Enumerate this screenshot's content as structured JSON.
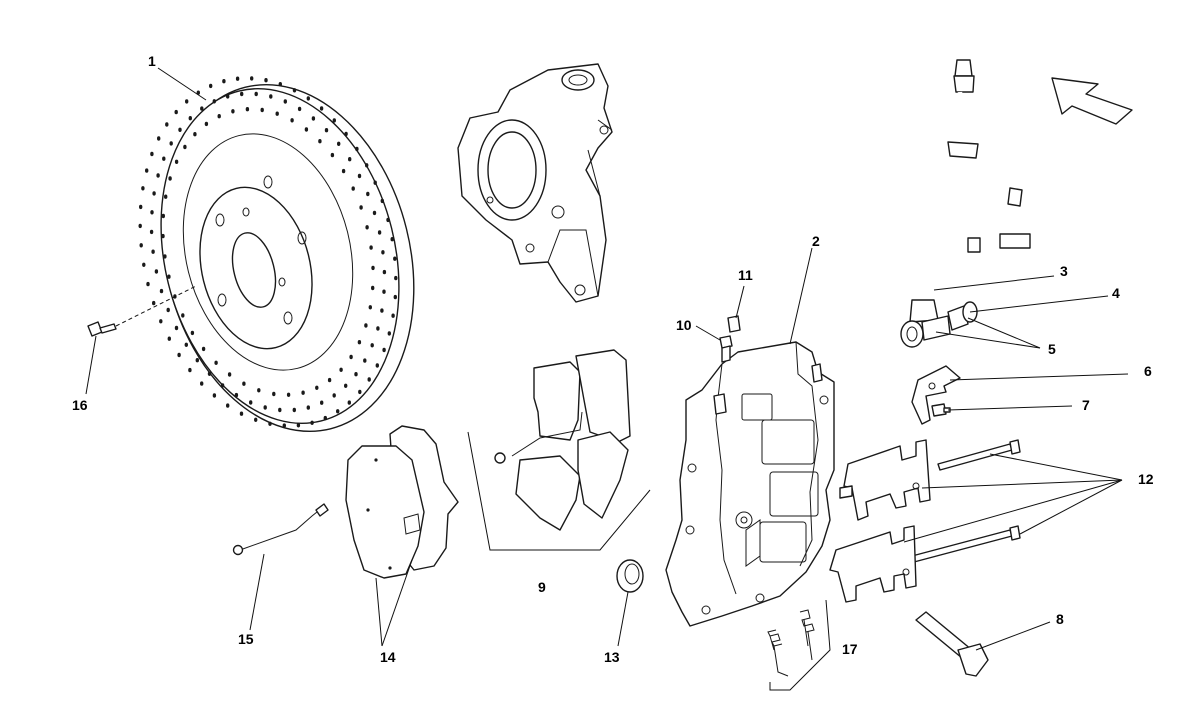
{
  "callouts": [
    {
      "id": "1",
      "text": "1"
    },
    {
      "id": "2",
      "text": "2"
    },
    {
      "id": "3",
      "text": "3"
    },
    {
      "id": "4",
      "text": "4"
    },
    {
      "id": "5",
      "text": "5"
    },
    {
      "id": "6",
      "text": "6"
    },
    {
      "id": "7",
      "text": "7"
    },
    {
      "id": "8",
      "text": "8"
    },
    {
      "id": "9",
      "text": "9"
    },
    {
      "id": "10",
      "text": "10"
    },
    {
      "id": "11",
      "text": "11"
    },
    {
      "id": "12",
      "text": "12"
    },
    {
      "id": "13",
      "text": "13"
    },
    {
      "id": "14",
      "text": "14"
    },
    {
      "id": "15",
      "text": "15"
    },
    {
      "id": "16",
      "text": "16"
    },
    {
      "id": "17",
      "text": "17"
    }
  ],
  "icons": {
    "orientation_arrow": "arrow-up-left-icon"
  },
  "colors": {
    "line": "#1a1a1a",
    "background": "#ffffff"
  }
}
